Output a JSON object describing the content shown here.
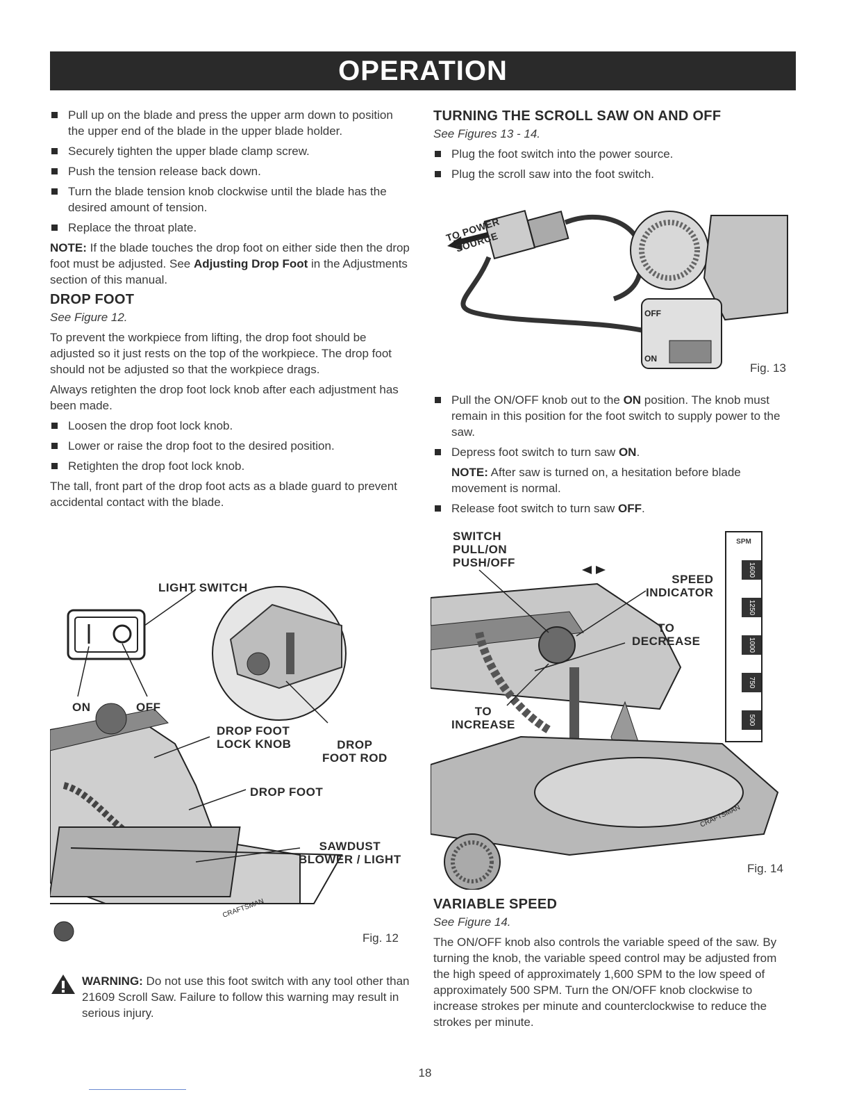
{
  "banner": {
    "title": "OPERATION"
  },
  "left": {
    "bullets_top": [
      "Pull up on the blade and press the upper arm down to position the upper end of the blade in the upper blade holder.",
      "Securely tighten the upper blade clamp screw.",
      "Push the tension release back down.",
      "Turn the blade tension knob clockwise until the blade has the desired amount of tension.",
      "Replace the throat plate."
    ],
    "note_label": "NOTE:",
    "note_text_a": " If the blade touches the drop foot on either side then the drop foot must be adjusted. See ",
    "note_bold": "Adjusting Drop Foot",
    "note_text_b": " in the Adjustments section of this manual.",
    "drop_foot_heading": "DROP FOOT",
    "drop_foot_see": "See Figure 12.",
    "drop_foot_p1": "To prevent the workpiece from lifting, the drop foot should be adjusted so it just rests on the top of the workpiece. The drop foot should not be adjusted so that the workpiece drags.",
    "drop_foot_p2": "Always retighten the drop foot lock knob after each adjustment has been made.",
    "bullets_drop": [
      "Loosen the drop foot lock knob.",
      "Lower or raise the drop foot to the desired position.",
      "Retighten the drop foot lock knob."
    ],
    "drop_foot_p3": "The tall, front part of the drop foot acts as a blade guard to prevent accidental contact with the blade."
  },
  "fig12": {
    "caption": "Fig. 12",
    "light_switch": "LIGHT SWITCH",
    "on": "ON",
    "off": "OFF",
    "drop_foot_lock_knob_1": "DROP FOOT",
    "drop_foot_lock_knob_2": "LOCK KNOB",
    "drop_foot_rod_1": "DROP",
    "drop_foot_rod_2": "FOOT ROD",
    "drop_foot": "DROP FOOT",
    "sawdust_1": "SAWDUST",
    "sawdust_2": "BLOWER / LIGHT",
    "brand": "CRAFTSMAN"
  },
  "warning": {
    "label": "WARNING:",
    "text": " Do not use this foot switch with any tool other than 21609 Scroll Saw. Failure to follow this warning may result in serious injury."
  },
  "right": {
    "turning_heading": "TURNING THE SCROLL SAW ON AND OFF",
    "turning_see": "See Figures 13 - 14.",
    "bullets_plug": [
      "Plug the foot switch into the power source.",
      "Plug the scroll saw into the foot switch."
    ],
    "bullet_pull_a": "Pull the ON/OFF knob out to the ",
    "bullet_pull_b": "ON",
    "bullet_pull_c": " position. The knob must remain in this position for the foot switch to supply power to the saw.",
    "bullet_depress_a": "Depress foot switch to turn saw ",
    "bullet_depress_b": "ON",
    "bullet_depress_c": ".",
    "note_label": "NOTE:",
    "note_text": " After saw is turned on, a hesitation before blade movement is normal.",
    "bullet_release_a": "Release foot switch to turn saw ",
    "bullet_release_b": "OFF",
    "bullet_release_c": ".",
    "variable_heading": "VARIABLE SPEED",
    "variable_see": "See Figure 14.",
    "variable_p": "The ON/OFF knob also controls the variable speed of the saw. By turning the knob, the variable speed control may be adjusted from the high speed of approximately 1,600 SPM to the low speed of approximately 500 SPM. Turn the ON/OFF knob clockwise to increase strokes per minute and counterclockwise to reduce the strokes per minute."
  },
  "fig13": {
    "caption": "Fig. 13",
    "to_power_1": "TO POWER",
    "to_power_2": "SOURCE",
    "off": "OFF",
    "on": "ON"
  },
  "fig14": {
    "caption": "Fig. 14",
    "switch_1": "SWITCH",
    "switch_2": "PULL/ON",
    "switch_3": "PUSH/OFF",
    "speed_1": "SPEED",
    "speed_2": "INDICATOR",
    "decrease_1": "TO",
    "decrease_2": "DECREASE",
    "increase_1": "TO",
    "increase_2": "INCREASE",
    "spm": "SPM",
    "speeds": [
      "1600",
      "1250",
      "1000",
      "750",
      "500"
    ],
    "brand": "CRAFTSMAN"
  },
  "page": {
    "number": "18"
  }
}
